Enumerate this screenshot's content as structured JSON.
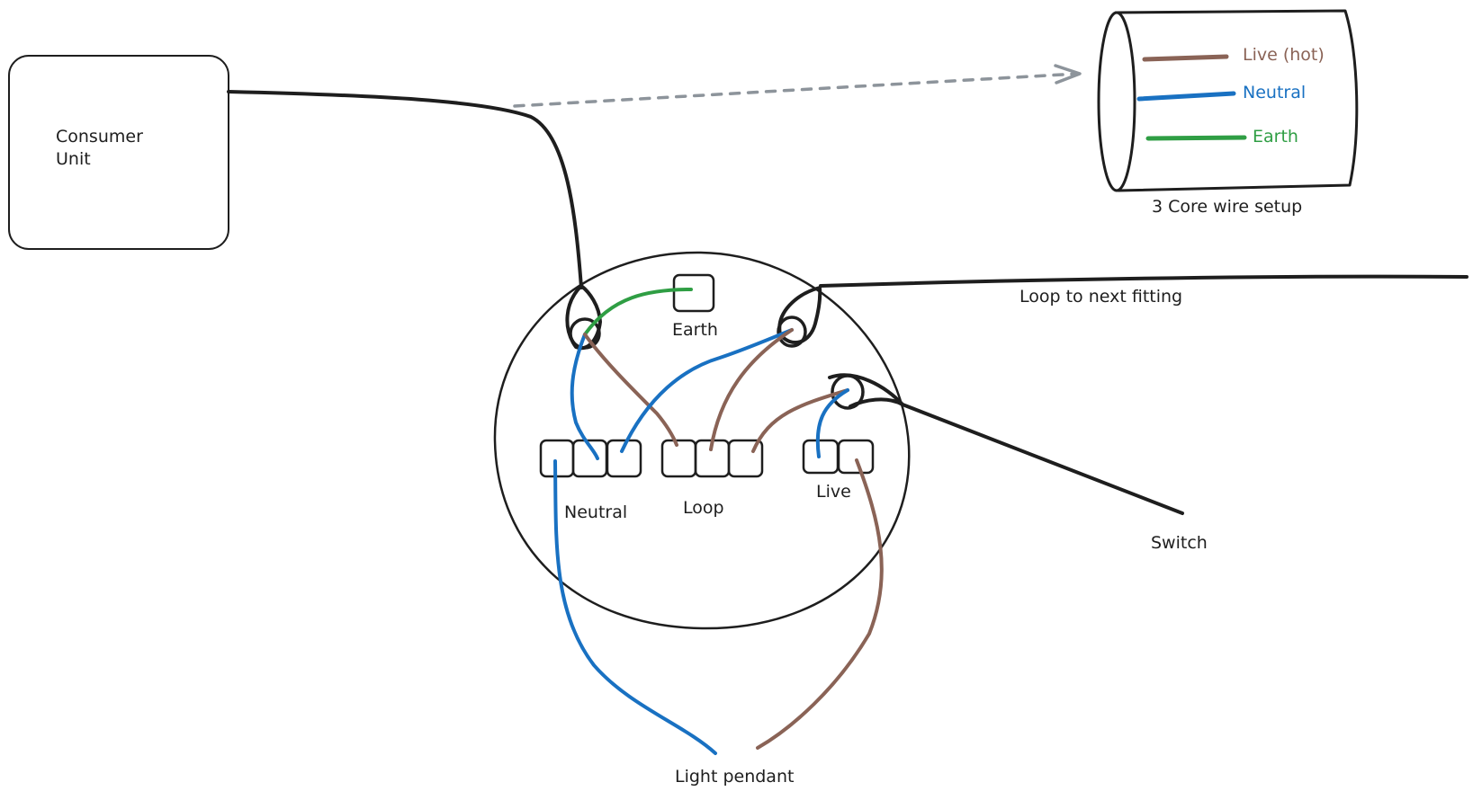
{
  "colors": {
    "ink": "#1e1e1e",
    "live": "#8a6356",
    "neutral": "#1971c2",
    "earth": "#2f9e44",
    "arrow": "#8d949b"
  },
  "labels": {
    "consumer_unit_line1": "Consumer",
    "consumer_unit_line2": "Unit",
    "earth": "Earth",
    "neutral": "Neutral",
    "loop": "Loop",
    "live": "Live",
    "loop_to_next": "Loop to next fitting",
    "switch": "Switch",
    "light_pendant": "Light pendant"
  },
  "legend": {
    "caption": "3 Core wire setup",
    "items": [
      {
        "label": "Live (hot)",
        "color": "#8a6356"
      },
      {
        "label": "Neutral",
        "color": "#1971c2"
      },
      {
        "label": "Earth",
        "color": "#2f9e44"
      }
    ]
  }
}
